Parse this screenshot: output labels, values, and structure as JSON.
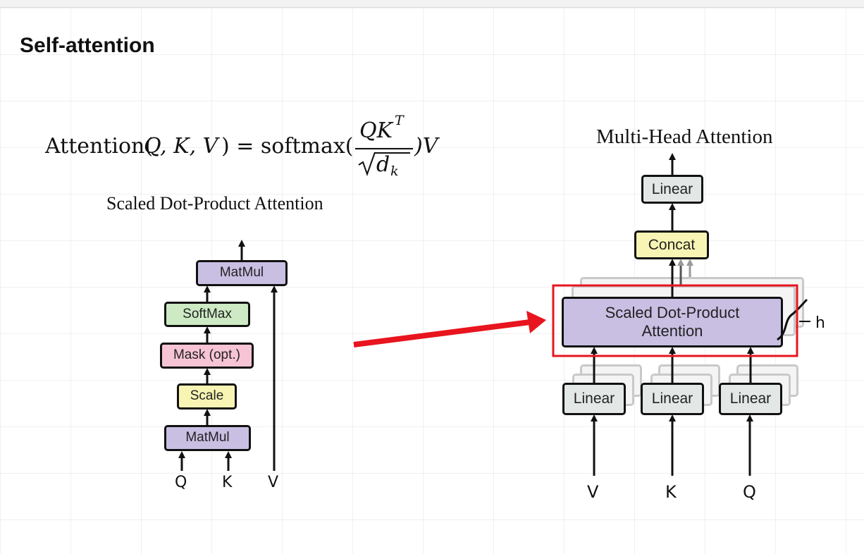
{
  "page": {
    "heading": "Self-attention"
  },
  "formula": {
    "lhs": "Attention(",
    "args": "Q, K, V",
    "rparen_eq": ") = softmax(",
    "numerator": "QK",
    "numerator_sup": "T",
    "denominator": "d",
    "denominator_sub": "k",
    "tail": ")V"
  },
  "scaled_dot_product": {
    "title": "Scaled Dot-Product Attention",
    "boxes": {
      "matmul_top": "MatMul",
      "softmax": "SoftMax",
      "mask": "Mask (opt.)",
      "scale": "Scale",
      "matmul_bottom": "MatMul"
    },
    "inputs": [
      "Q",
      "K",
      "V"
    ],
    "colors": {
      "matmul": "#c9bfe3",
      "softmax": "#cdeac4",
      "mask": "#f7c4d6",
      "scale": "#f8f5b4"
    }
  },
  "multi_head": {
    "title": "Multi-Head Attention",
    "linear_top": "Linear",
    "concat": "Concat",
    "attention": "Scaled Dot-Product Attention",
    "attention_line1": "Scaled Dot-Product",
    "attention_line2": "Attention",
    "h_label": "h",
    "linears": [
      "Linear",
      "Linear",
      "Linear"
    ],
    "inputs": [
      "V",
      "K",
      "Q"
    ],
    "colors": {
      "linear": "#e3e8e6",
      "concat": "#f8f5b4",
      "attention": "#c9bfe3"
    }
  },
  "highlight": {
    "color": "#e8141e"
  }
}
